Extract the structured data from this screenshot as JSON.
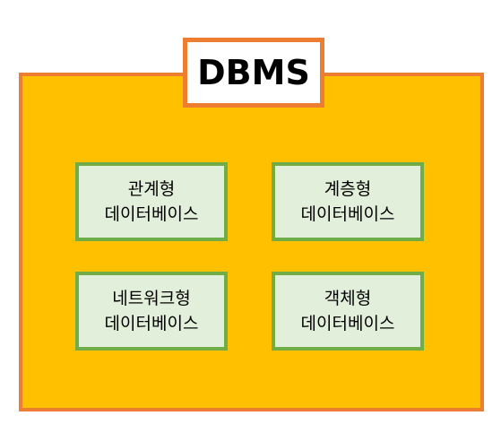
{
  "diagram": {
    "title": "DBMS",
    "colors": {
      "container_fill": "#ffc000",
      "container_border": "#ed7d31",
      "box_fill": "#e2efda",
      "box_border": "#70ad47"
    },
    "boxes": [
      {
        "line1": "관계형",
        "line2": "데이터베이스"
      },
      {
        "line1": "계층형",
        "line2": "데이터베이스"
      },
      {
        "line1": "네트워크형",
        "line2": "데이터베이스"
      },
      {
        "line1": "객체형",
        "line2": "데이터베이스"
      }
    ]
  }
}
